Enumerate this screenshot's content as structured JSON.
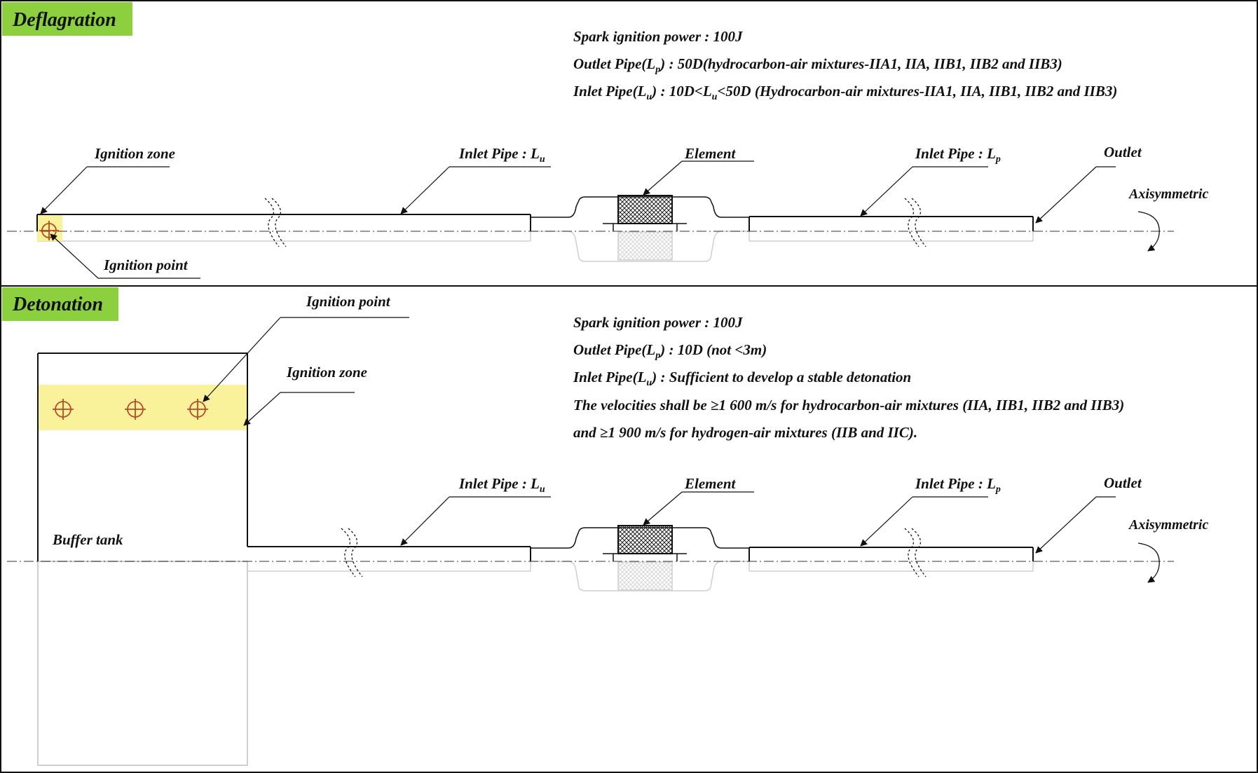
{
  "sections": {
    "deflagration": {
      "title": "Deflagration",
      "spec_lines": {
        "power": "Spark ignition power : 100J",
        "outlet_prefix": "Outlet Pipe(L",
        "outlet_sub": "p",
        "outlet_suffix": ") : 50D(hydrocarbon-air mixtures-IIA1, IIA, IIB1, IIB2 and IIB3)",
        "inlet_prefix": "Inlet Pipe(L",
        "inlet_sub": "u",
        "inlet_mid": ") : 10D<L",
        "inlet_mid_sub": "u",
        "inlet_suffix": "<50D (Hydrocarbon-air mixtures-IIA1, IIA, IIB1, IIB2 and IIB3)"
      },
      "labels": {
        "ignition_zone": "Ignition zone",
        "ignition_point": "Ignition point",
        "inlet_pipe_lu": "Inlet Pipe : L",
        "inlet_pipe_lu_sub": "u",
        "element": "Element",
        "inlet_pipe_lp": "Inlet Pipe : L",
        "inlet_pipe_lp_sub": "p",
        "outlet": "Outlet",
        "axisymmetric": "Axisymmetric"
      }
    },
    "detonation": {
      "title": "Detonation",
      "spec_lines": {
        "power": "Spark ignition power : 100J",
        "outlet_prefix": "Outlet Pipe(L",
        "outlet_sub": "p",
        "outlet_suffix": ") : 10D (not <3m)",
        "inlet_prefix": "Inlet Pipe(L",
        "inlet_sub": "u",
        "inlet_suffix": ") : Sufficient to develop a stable detonation",
        "velocity_1": "The velocities shall be ≥1 600 m/s for hydrocarbon-air mixtures (IIA, IIB1, IIB2 and IIB3)",
        "velocity_2": "and ≥1 900 m/s for hydrogen-air mixtures (IIB and IIC)."
      },
      "labels": {
        "ignition_point": "Ignition point",
        "ignition_zone": "Ignition zone",
        "buffer_tank": "Buffer tank",
        "inlet_pipe_lu": "Inlet Pipe : L",
        "inlet_pipe_lu_sub": "u",
        "element": "Element",
        "inlet_pipe_lp": "Inlet Pipe : L",
        "inlet_pipe_lp_sub": "p",
        "outlet": "Outlet",
        "axisymmetric": "Axisymmetric"
      }
    }
  },
  "colors": {
    "title_bg": "#8ccf3f",
    "ignition_zone_fill": "#faf29a",
    "ignition_marker": "#b44a28",
    "line": "#111111",
    "mirror": "#cfcfcf"
  }
}
